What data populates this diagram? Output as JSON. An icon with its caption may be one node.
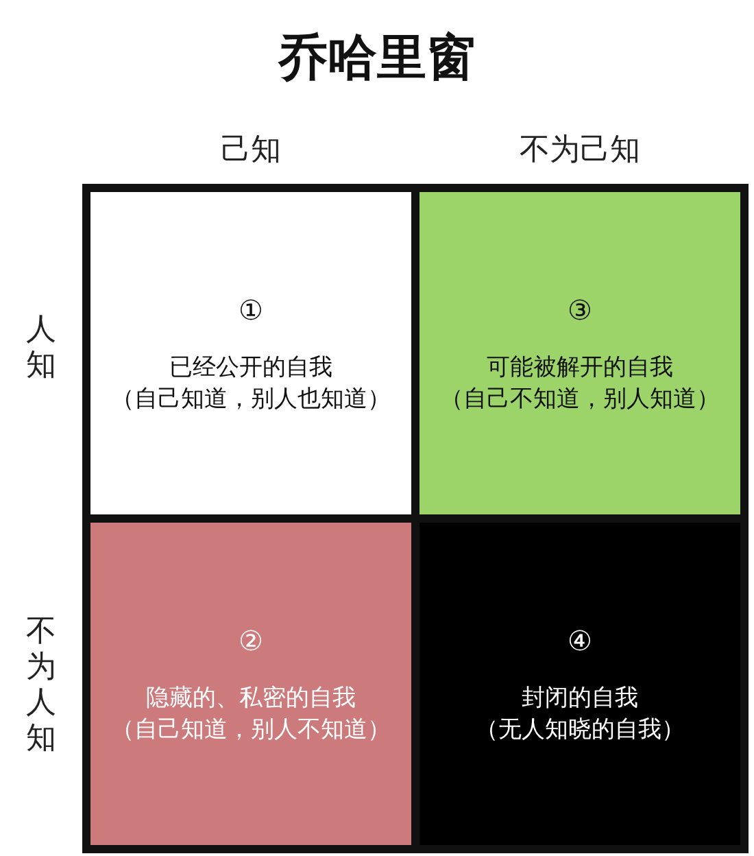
{
  "diagram": {
    "title": "乔哈里窗",
    "nodes": [
      {
        "text": [
          "①",
          "已经公开的自我",
          "（自己知道，别人也知道）"
        ]
      },
      {
        "text": [
          "③",
          "可能被解开的自我",
          "（自己不知道，别人知道）"
        ]
      },
      {
        "text": [
          "②",
          "隐藏的、私密的自我",
          "（自己知道，别人不知道）"
        ]
      },
      {
        "text": [
          "④",
          "封闭的自我",
          "（无人知晓的自我）"
        ]
      }
    ],
    "labels": [
      "己知",
      "不为己知",
      "人知",
      "不为人知"
    ]
  }
}
